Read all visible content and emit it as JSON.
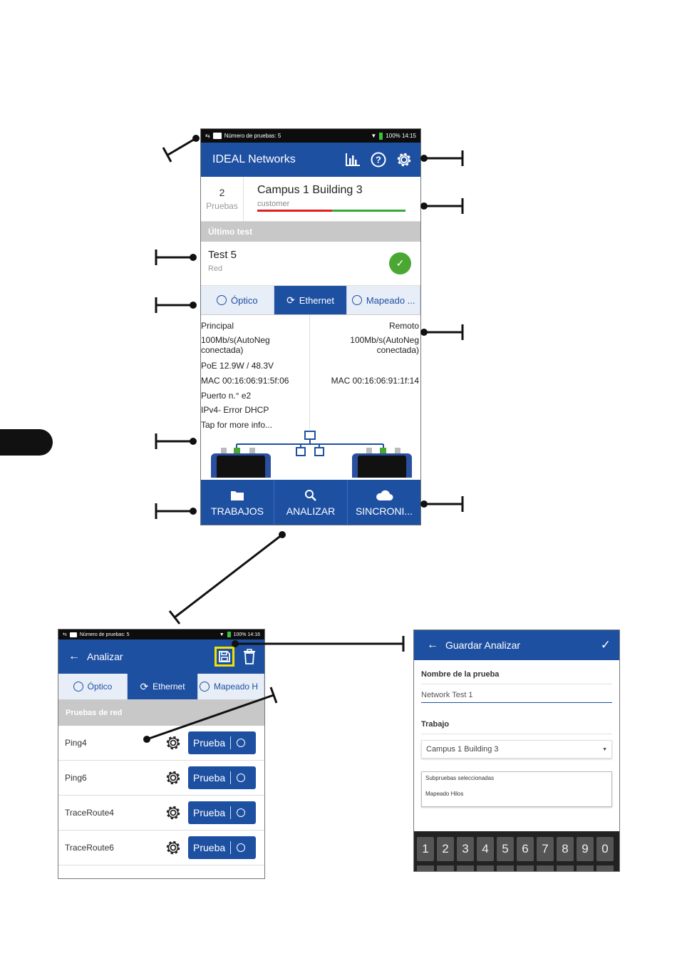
{
  "phone1": {
    "status": {
      "text": "Número de pruebas: 5",
      "right": "100% 14:15"
    },
    "app_title": "IDEAL Networks",
    "job": {
      "count": "2",
      "count_label": "Pruebas",
      "name": "Campus 1 Building 3",
      "customer": "customer"
    },
    "section_title": "Último test",
    "last_test": {
      "name": "Test 5",
      "type": "Red",
      "status_color": "#4aa832"
    },
    "tabs": [
      "Óptico",
      "Ethernet",
      "Mapeado ..."
    ],
    "results": {
      "col_left": "Principal",
      "col_right": "Remoto",
      "rows": [
        {
          "left": "100Mb/s(AutoNeg conectada)",
          "right": "100Mb/s(AutoNeg conectada)"
        },
        {
          "left": "PoE 12.9W / 48.3V",
          "right": ""
        },
        {
          "left": "MAC 00:16:06:91:5f:06",
          "right": "MAC 00:16:06:91:1f:14"
        },
        {
          "left": "Puerto n.° e2",
          "right": ""
        },
        {
          "left": "IPv4- Error DHCP",
          "right": ""
        },
        {
          "left": "Tap for more info...",
          "right": ""
        }
      ]
    },
    "nav": [
      "TRABAJOS",
      "ANALIZAR",
      "SINCRONI..."
    ]
  },
  "phone2": {
    "status": {
      "text": "Número de pruebas: 5",
      "right": "100% 14:16"
    },
    "title": "Analizar",
    "tabs": [
      "Óptico",
      "Ethernet",
      "Mapeado H"
    ],
    "section_title": "Pruebas de red",
    "tests": [
      "Ping4",
      "Ping6",
      "TraceRoute4",
      "TraceRoute6"
    ],
    "button_label": "Prueba"
  },
  "phone3": {
    "title": "Guardar Analizar",
    "name_label": "Nombre de la prueba",
    "name_value": "Network Test 1",
    "job_label": "Trabajo",
    "job_value": "Campus 1 Building 3",
    "sub_title": "Subpruebas seleccionadas",
    "sub_item": "Mapeado Hilos",
    "keys": [
      "1",
      "2",
      "3",
      "4",
      "5",
      "6",
      "7",
      "8",
      "9",
      "0"
    ]
  },
  "colors": {
    "brand": "#1e50a2",
    "highlight": "#f2e200",
    "ok": "#4aa832"
  }
}
